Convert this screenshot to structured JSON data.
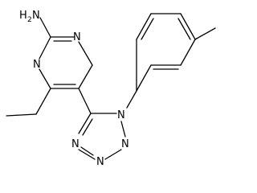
{
  "structure": {
    "atoms": {
      "amino": {
        "main": "H",
        "sub": "2",
        "tail": "N"
      },
      "n_pyr_1": "N",
      "n_pyr_3": "N",
      "n_tz_1": "N",
      "n_tz_2": "N",
      "n_tz_3": "N",
      "n_tz_4": "N"
    }
  }
}
